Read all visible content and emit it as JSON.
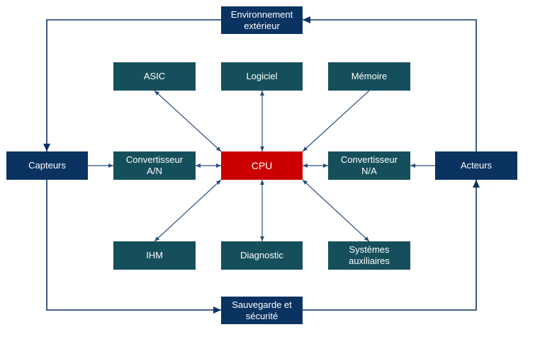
{
  "colors": {
    "teal": "#164f5c",
    "navy": "#0a3361",
    "cpu": "#cc0000",
    "arrow_inner": "#2a4f7a",
    "arrow_outer": "#0a3361"
  },
  "nodes": {
    "environnement": "Environnement\nextérieur",
    "asic": "ASIC",
    "logiciel": "Logiciel",
    "memoire": "Mémoire",
    "capteurs": "Capteurs",
    "conv_an": "Convertisseur\nA/N",
    "cpu": "CPU",
    "conv_na": "Convertisseur\nN/A",
    "acteurs": "Acteurs",
    "ihm": "IHM",
    "diagnostic": "Diagnostic",
    "systemes": "Systèmes\nauxiliaires",
    "sauvegarde": "Sauvegarde et\nsécurité"
  }
}
